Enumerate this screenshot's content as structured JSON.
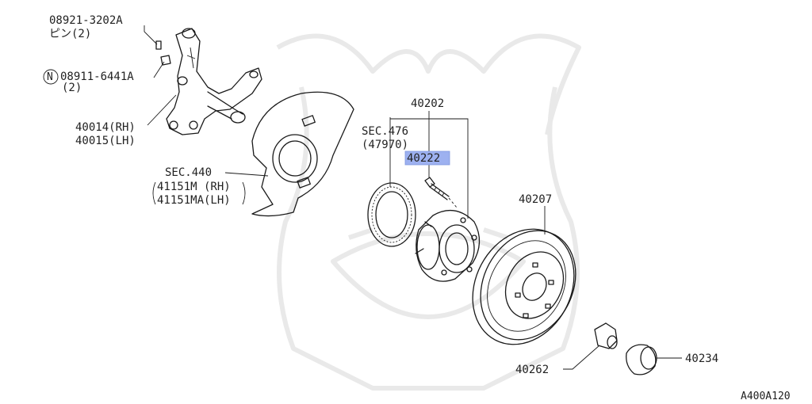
{
  "colors": {
    "line": "#1a1a1a",
    "highlight": "#9db1f0",
    "watermark": "#e9e9e9",
    "background": "#ffffff"
  },
  "labels": {
    "pin_part": "08921-3202A",
    "pin_desc": "ピン(2)",
    "nut_symbol": "N",
    "nut_part": "08911-6441A",
    "nut_qty": "(2)",
    "knuckle_rh": "40014(RH)",
    "knuckle_lh": "40015(LH)",
    "sec440": "SEC.440",
    "splash_rh": "41151M  (RH)",
    "splash_lh": "41151MA(LH)",
    "hub_assy": "40202",
    "sec476": "SEC.476",
    "sensor_ref": "(47970)",
    "hub_bolt": "40222",
    "rotor": "40207",
    "hub_nut": "40262",
    "cap": "40234",
    "figure_code": "A400A120"
  }
}
